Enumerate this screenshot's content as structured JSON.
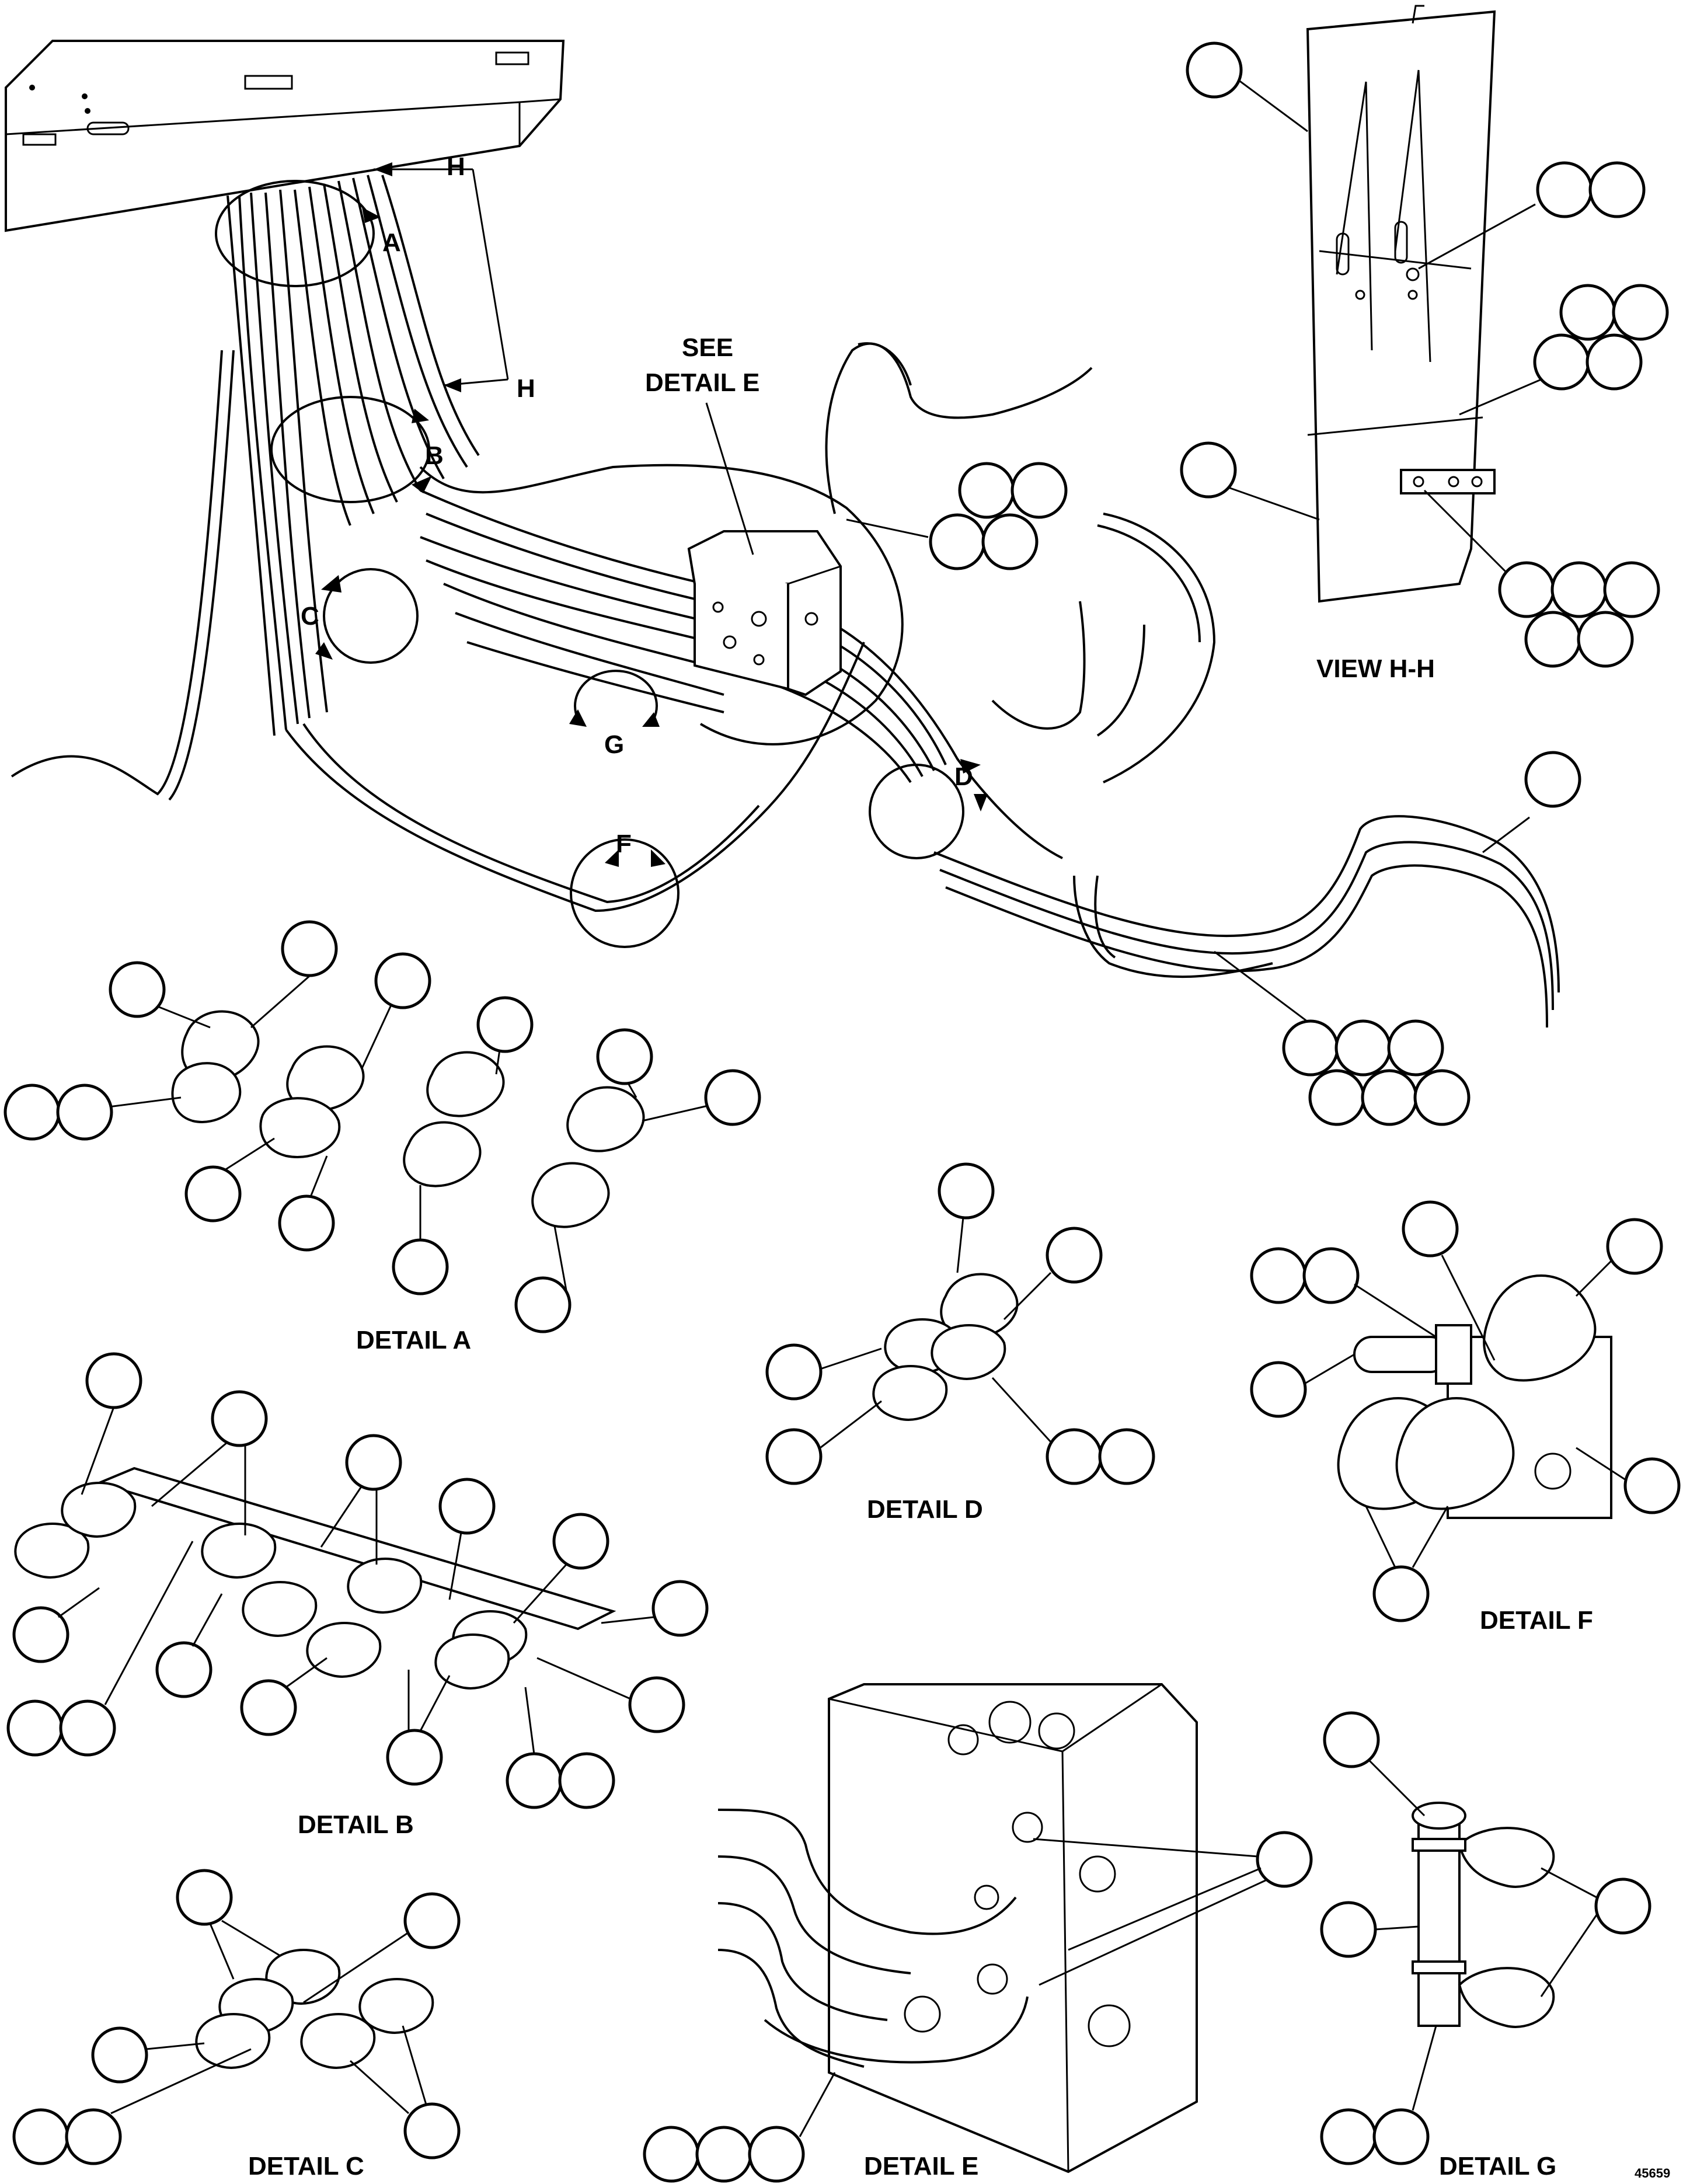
{
  "labels": {
    "see_detail_line1": "SEE",
    "see_detail_line2": "DETAIL E",
    "view_hh": "VIEW H-H",
    "detail_a": "DETAIL A",
    "detail_b": "DETAIL B",
    "detail_c": "DETAIL C",
    "detail_d": "DETAIL D",
    "detail_e": "DETAIL E",
    "detail_f": "DETAIL F",
    "detail_g": "DETAIL G",
    "figure_number": "45659"
  },
  "markers": {
    "a": "A",
    "b": "B",
    "c": "C",
    "d": "D",
    "f": "F",
    "g": "G",
    "h_top": "H",
    "h_bottom": "H"
  }
}
